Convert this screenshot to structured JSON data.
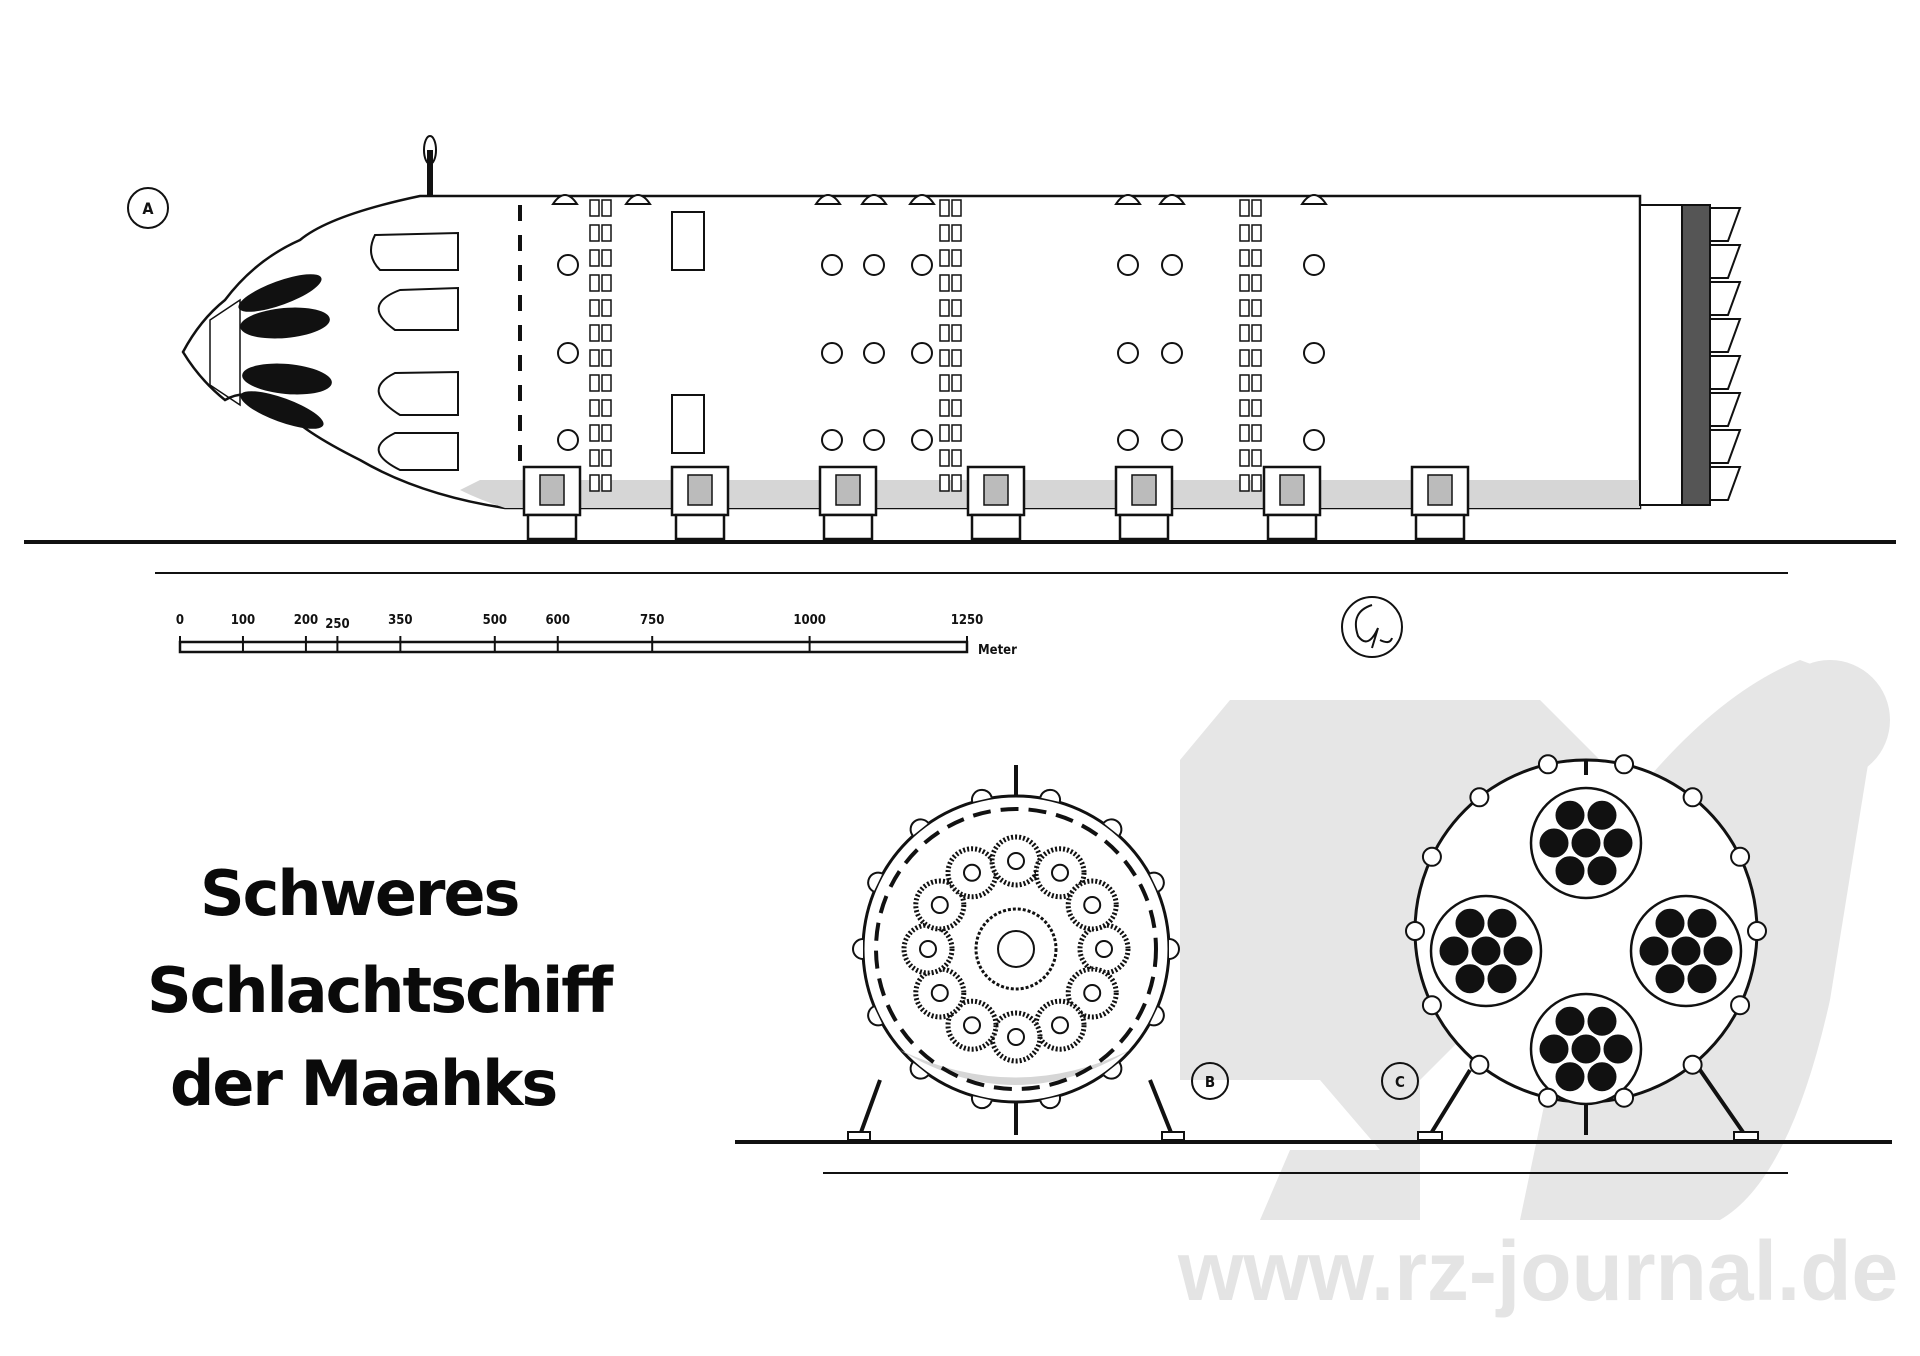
{
  "views": {
    "side_label": "A",
    "front_label": "B",
    "rear_label": "C"
  },
  "scale_bar": {
    "unit": "Meter",
    "ticks": [
      "0",
      "100",
      "200",
      "250",
      "350",
      "500",
      "600",
      "750",
      "1000",
      "1250"
    ],
    "tick_values": [
      0,
      100,
      200,
      250,
      350,
      500,
      600,
      750,
      1000,
      1250
    ],
    "max": 1250
  },
  "title": {
    "line1": "Schweres",
    "line2": "Schlachtschiff",
    "line3": "der Maahks"
  },
  "watermark": {
    "text": "www.rz-journal.de"
  },
  "colors": {
    "ink": "#111111",
    "watermark": "#e4e4e4",
    "shade": "#cfcfcf"
  }
}
